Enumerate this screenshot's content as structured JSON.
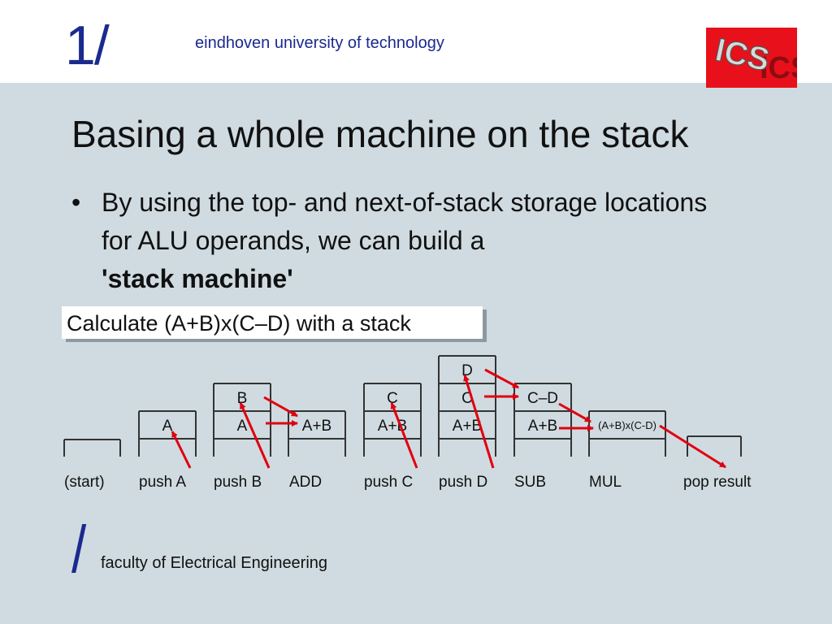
{
  "header": {
    "logo_mark": "1/",
    "university": "eindhoven university of technology",
    "ics_logo_text": "ICS"
  },
  "slide": {
    "title": "Basing a whole machine on the stack",
    "bullet": {
      "marker": "•",
      "text": "By using the top- and next-of-stack storage locations for ALU operands, we can build a",
      "bold": "'stack machine'"
    }
  },
  "caption": {
    "text": "Calculate (A+B)x(C–D) with a stack",
    "ghost_text": "ck"
  },
  "diagram": {
    "stacks": [
      {
        "label": "(start)",
        "cells": []
      },
      {
        "label": "push A",
        "cells": [
          "A"
        ]
      },
      {
        "label": "push B",
        "cells": [
          "A",
          "B"
        ]
      },
      {
        "label": "ADD",
        "cells": [
          "A+B"
        ]
      },
      {
        "label": "push C",
        "cells": [
          "A+B",
          "C"
        ]
      },
      {
        "label": "push D",
        "cells": [
          "A+B",
          "C",
          "D"
        ]
      },
      {
        "label": "SUB",
        "cells": [
          "A+B",
          "C–D"
        ]
      },
      {
        "label": "MUL",
        "cells": [
          "(A+B)x(C-D)"
        ]
      },
      {
        "label": "pop result",
        "cells": []
      }
    ],
    "arrow_color": "#e0000f",
    "line_color": "#333333"
  },
  "footer": {
    "slash": "/",
    "faculty": "faculty of Electrical Engineering"
  }
}
